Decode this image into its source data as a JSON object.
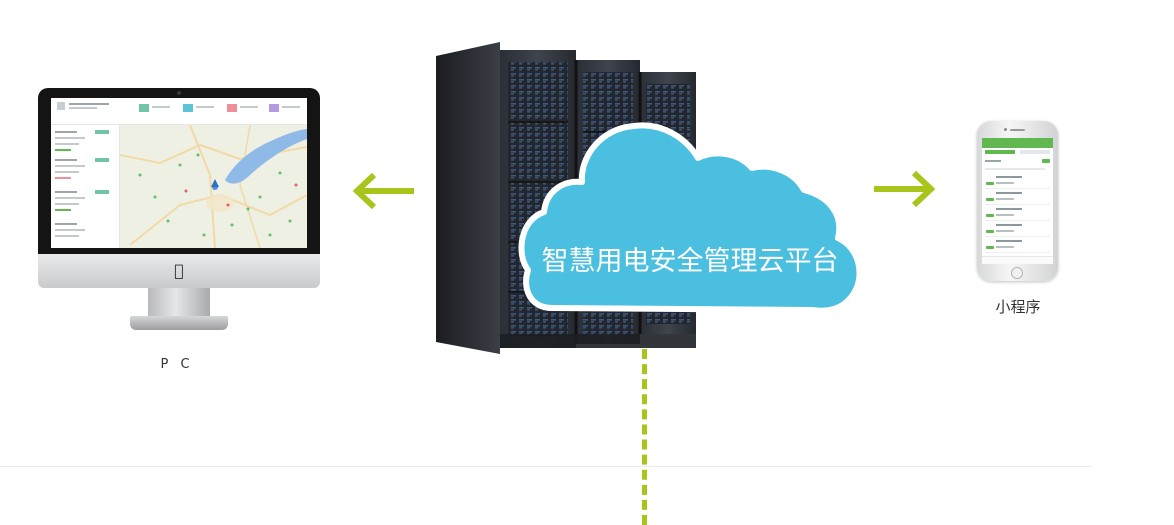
{
  "diagram": {
    "center": {
      "title": "智慧用电安全管理云平台",
      "server_icon": "server-rack-icon",
      "cloud_icon": "cloud-icon",
      "cloud_color": "#4bbfe0"
    },
    "left_node": {
      "label": "P C",
      "device_icon": "imac-desktop-icon"
    },
    "right_node": {
      "label": "小程序",
      "device_icon": "smartphone-icon"
    },
    "connectors": {
      "left": "arrow-left-icon",
      "right": "arrow-right-icon",
      "down": "dashed-vertical-line",
      "color": "#a9c41a"
    }
  }
}
